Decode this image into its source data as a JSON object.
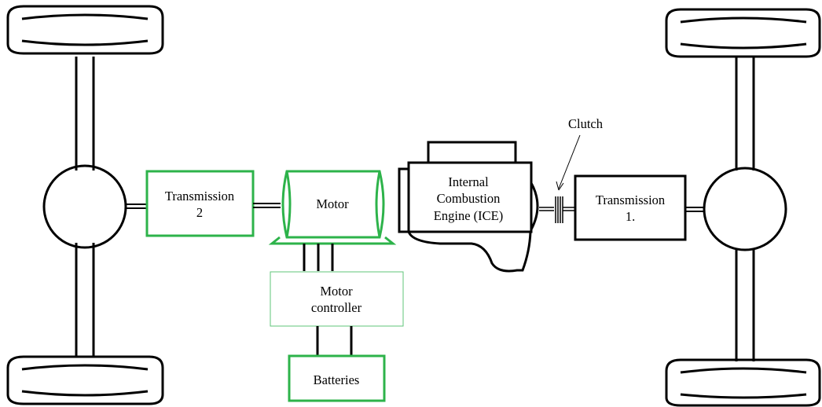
{
  "colors": {
    "electric": "#2db34a",
    "electric_light": "#5fc47a",
    "mechanical": "#000000"
  },
  "labels": {
    "transmission2": {
      "line1": "Transmission",
      "line2": "2"
    },
    "motor": "Motor",
    "motor_controller": {
      "line1": "Motor",
      "line2": "controller"
    },
    "batteries": "Batteries",
    "ice": {
      "line1": "Internal",
      "line2": "Combustion",
      "line3": "Engine (ICE)"
    },
    "clutch": "Clutch",
    "transmission1": {
      "line1": "Transmission",
      "line2": "1."
    }
  }
}
